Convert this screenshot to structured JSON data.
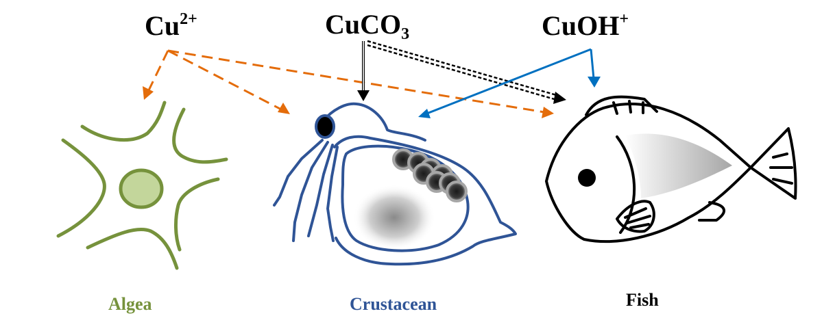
{
  "species": {
    "cu": {
      "base": "Cu",
      "sup": "2+"
    },
    "cuco3": {
      "base": "CuCO",
      "sub": "3"
    },
    "cuoh": {
      "base": "CuOH",
      "sup": "+"
    }
  },
  "organisms": {
    "algae": {
      "label": "Algea",
      "color": "#76923c"
    },
    "crustacean": {
      "label": "Crustacean",
      "color": "#2f5496"
    },
    "fish": {
      "label": "Fish",
      "color": "#000000"
    }
  },
  "arrow_colors": {
    "cu": "#e46c0a",
    "cuco3": "#000000",
    "cuoh": "#0070c0"
  }
}
